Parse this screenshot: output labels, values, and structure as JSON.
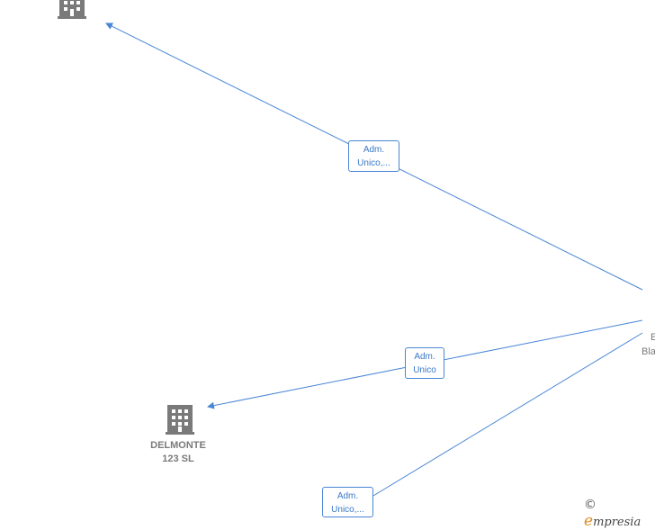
{
  "nodes": {
    "company_top": {
      "label": ""
    },
    "company_delmonte": {
      "label_line1": "DELMONTE",
      "label_line2": "123 SL"
    },
    "person": {
      "label_line1": "E",
      "label_line2": "Bla"
    }
  },
  "edges": [
    {
      "label_line1": "Adm.",
      "label_line2": "Unico,..."
    },
    {
      "label_line1": "Adm.",
      "label_line2": "Unico"
    },
    {
      "label_line1": "Adm.",
      "label_line2": "Unico,..."
    }
  ],
  "brand": {
    "copyright": "©",
    "initial": "e",
    "rest": "mpresia"
  },
  "colors": {
    "edge": "#4a86d4",
    "building": "#7a7a7a",
    "label_text": "#3a78c8"
  },
  "icons": {
    "company": "building-icon"
  }
}
